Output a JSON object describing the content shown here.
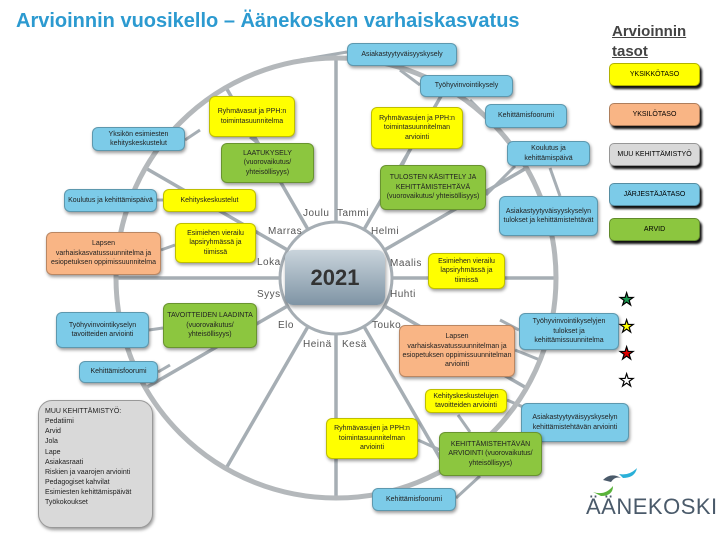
{
  "title": "Arvioinnin  vuosikello – Äänekosken varhaiskasvatus",
  "center_year": "2021",
  "months": [
    "Joulu",
    "Tammi",
    "Helmi",
    "Maalis",
    "Huhti",
    "Touko",
    "Kesä",
    "Heinä",
    "Elo",
    "Syys",
    "Loka",
    "Marras"
  ],
  "boxes": [
    "Asiakastyytyväisyyskysely",
    "Työhyvinvointikysely",
    "Ryhmävasujen ja PPH:n toimintasuunnitelman arviointi",
    "Kehittämisfoorumi",
    "Koulutus  ja kehittämispäivä",
    "TULOSTEN KÄSITTELY JA KEHITTÄMISTEHTÄVÄ (vuorovaikutus/ yhteisöllisyys)",
    "Asiakastyytyväisyyskyselyn tulokset ja kehittämistehtävät",
    "Ryhmävasut ja PPH:n toimintasuunnitelma",
    "Yksikön esimiesten kehityskeskustelut",
    "LAATUKYSELY (vuorovaikutus/ yhteisöllisyys)",
    "Koulutus  ja kehittämispäivä",
    "Kehityskeskustelut",
    "Lapsen varhaiskasvatussuunnitelma ja esiopetuksen oppimissuunnitelma",
    "Esimiehen vierailu lapsiryhmässä ja tiimissä",
    "Esimiehen vierailu lapsiryhmässä ja tiimissä",
    "Työhyvinvointikyselyn tavoitteiden arviointi",
    "TAVOITTEIDEN LAADINTA (vuorovaikutus/ yhteisöllisyys)",
    "Kehittämisfoorumi",
    "Lapsen varhaiskasvatussuunnitelman ja esiopetuksen oppimissuunnitelman arviointi",
    "Työhyvinvointikyselyjen tulokset ja kehittämissuunnitelma",
    "Kehityskeskustelujen tavoitteiden arviointi",
    "Asiakastyytyväisyyskyselyn kehittämistehtävän arviointi",
    "Ryhmävasujen ja PPH:n toimintasuunnitelman arviointi",
    "KEHITTÄMISTEHTÄVÄN ARVIOINTI (vuorovaikutus/ yhteisöllisyys)",
    "Kehittämisfoorumi"
  ],
  "muu": {
    "heading": "MUU KEHITTÄMISTYÖ:",
    "items": [
      "Pedatiimi",
      "Arvid",
      "Jola",
      "Lape",
      "Asiakasraati",
      "Riskien ja vaarojen arviointi",
      "Pedagogiset kahvilat",
      "Esimiesten kehittämispäivät",
      "Työkokoukset"
    ]
  },
  "legend": {
    "title": "Arvioinnin tasot",
    "items": [
      {
        "label": "YKSIKKÖTASO",
        "color": "#ffff00"
      },
      {
        "label": "YKSILÖTASO",
        "color": "#f9b585"
      },
      {
        "label": "MUU KEHITTÄMISTYÖ",
        "color": "#d9d9d9"
      },
      {
        "label": "JÄRJESTÄJÄTASO",
        "color": "#7ccbe8"
      },
      {
        "label": "ARVID",
        "color": "#8cc63f"
      }
    ]
  },
  "stars": [
    "#1a9a50",
    "#ffff00",
    "#e00000",
    "#ffffff"
  ],
  "logo": "ÄÄNEKOSKI"
}
